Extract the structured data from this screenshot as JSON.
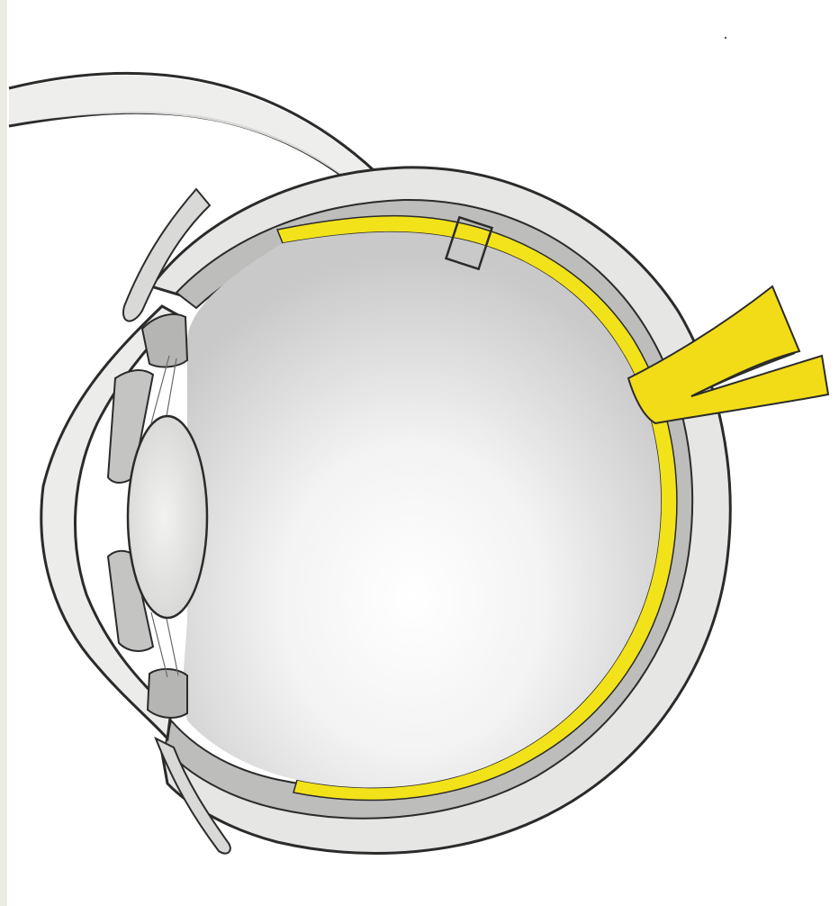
{
  "figure": {
    "colors": {
      "page_border": "#ecebe3",
      "background": "#ffffff",
      "outline": "#2b2b2b",
      "sclera": "#e6e6e4",
      "choroid": "#bdbdbb",
      "retina": "#f2e21a",
      "optic_nerve": "#f2dc17",
      "vitreous_light": "#ffffff",
      "vitreous_dark": "#c9c9c9",
      "lens": "#e0e0de",
      "iris": "#c4c4c2",
      "ciliary_body": "#b5b5b3",
      "cornea": "#ececea"
    },
    "structures": [
      "eyeball",
      "sclera",
      "choroid",
      "retina",
      "vitreous-body",
      "lens",
      "iris",
      "ciliary-body",
      "cornea",
      "optic-nerve",
      "magnification-pointer",
      "retina-detail-box"
    ]
  }
}
